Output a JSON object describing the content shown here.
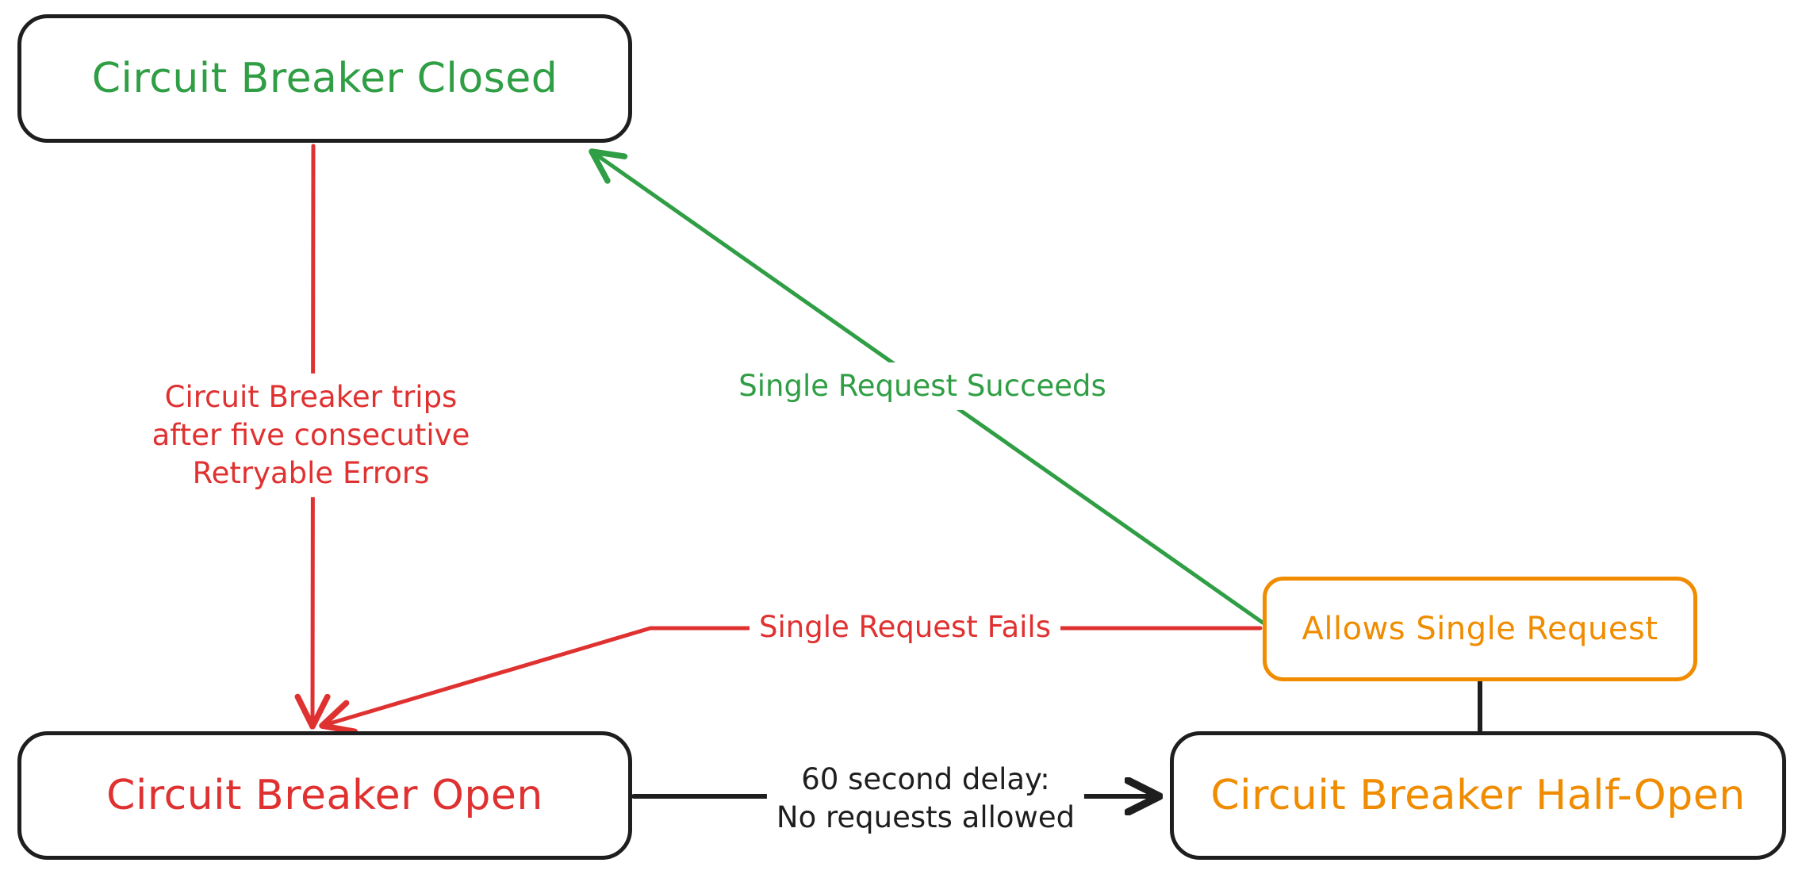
{
  "diagram": {
    "background": "#ffffff",
    "colors": {
      "green": "#2f9e44",
      "red": "#e03131",
      "orange": "#f08c00",
      "ink": "#1e1e1e"
    },
    "nodes": {
      "closed": {
        "label": "Circuit Breaker Closed",
        "text_color": "#2f9e44",
        "border_color": "#1e1e1e"
      },
      "open": {
        "label": "Circuit Breaker Open",
        "text_color": "#e03131",
        "border_color": "#1e1e1e"
      },
      "half_open": {
        "label": "Circuit Breaker Half-Open",
        "text_color": "#f08c00",
        "border_color": "#1e1e1e"
      },
      "allows": {
        "label": "Allows Single Request",
        "text_color": "#f08c00",
        "border_color": "#f08c00"
      }
    },
    "edges": {
      "trips": {
        "from": "closed",
        "to": "open",
        "color": "#e03131",
        "arrowhead": "open-v",
        "lines": [
          "Circuit Breaker trips",
          "after five consecutive",
          "Retryable Errors"
        ]
      },
      "succeeds": {
        "from": "allows",
        "to": "closed",
        "color": "#2f9e44",
        "arrowhead": "open-v",
        "label": "Single Request Succeeds"
      },
      "fails": {
        "from": "allows",
        "to": "open",
        "color": "#e03131",
        "arrowhead": "open-v",
        "label": "Single Request Fails"
      },
      "delay": {
        "from": "open",
        "to": "half_open",
        "color": "#1e1e1e",
        "arrowhead": "open-v",
        "lines": [
          "60 second delay:",
          "No requests allowed"
        ]
      },
      "allows_connector": {
        "from": "allows",
        "to": "half_open",
        "color": "#1e1e1e",
        "arrowhead": "none"
      }
    }
  }
}
